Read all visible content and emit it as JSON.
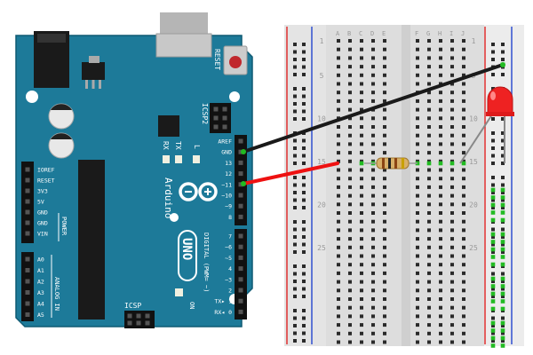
{
  "board": {
    "reset_label": "RESET",
    "icsp2_label": "ICSP2",
    "icsp_label": "ICSP",
    "led_labels": {
      "l": "L",
      "tx": "TX",
      "rx": "RX",
      "on": "ON"
    },
    "brand": "Arduino",
    "model": "UNO",
    "power_pins": [
      "IOREF",
      "RESET",
      "3V3",
      "5V",
      "GND",
      "GND",
      "VIN"
    ],
    "power_section_label": "POWER",
    "analog_pins": [
      "A0",
      "A1",
      "A2",
      "A3",
      "A4",
      "A5"
    ],
    "analog_section_label": "ANALOG IN",
    "digital_upper_pins": [
      "AREF",
      "GND",
      "13",
      "12",
      "~11",
      "~10",
      "~9",
      "8"
    ],
    "digital_lower_pins": [
      "7",
      "~6",
      "~5",
      "4",
      "~3",
      "2",
      "TX▸ 1",
      "RX◂ 0"
    ],
    "digital_section_label": "DIGITAL (PWM= ~)"
  },
  "breadboard": {
    "column_letters_left": [
      "A",
      "B",
      "C",
      "D",
      "E"
    ],
    "column_letters_right": [
      "F",
      "G",
      "H",
      "I",
      "J"
    ],
    "row_numbers": [
      "1",
      "5",
      "10",
      "15",
      "20",
      "25"
    ]
  },
  "colors": {
    "board": "#1d7a99",
    "wire_ground": "#1a1a1a",
    "wire_signal": "#ee1111",
    "led": "#ee2222",
    "breadboard": "#e8e8e8",
    "rail_red": "#e03030",
    "rail_blue": "#3050d0",
    "connection_dot": "#22bb22"
  }
}
